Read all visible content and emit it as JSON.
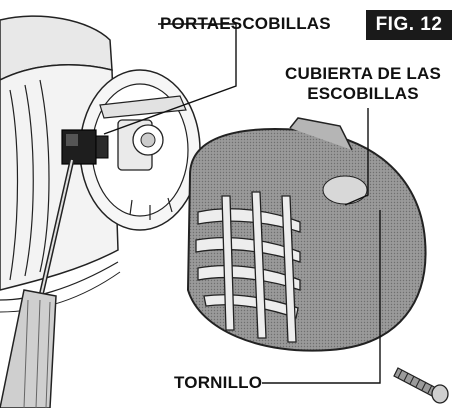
{
  "figure": {
    "badge": "FIG. 12",
    "labels": {
      "brush_holder": "PORTAESCOBILLAS",
      "brush_cover_line1": "CUBIERTA DE LAS",
      "brush_cover_line2": "ESCOBILLAS",
      "screw": "TORNILLO"
    }
  }
}
